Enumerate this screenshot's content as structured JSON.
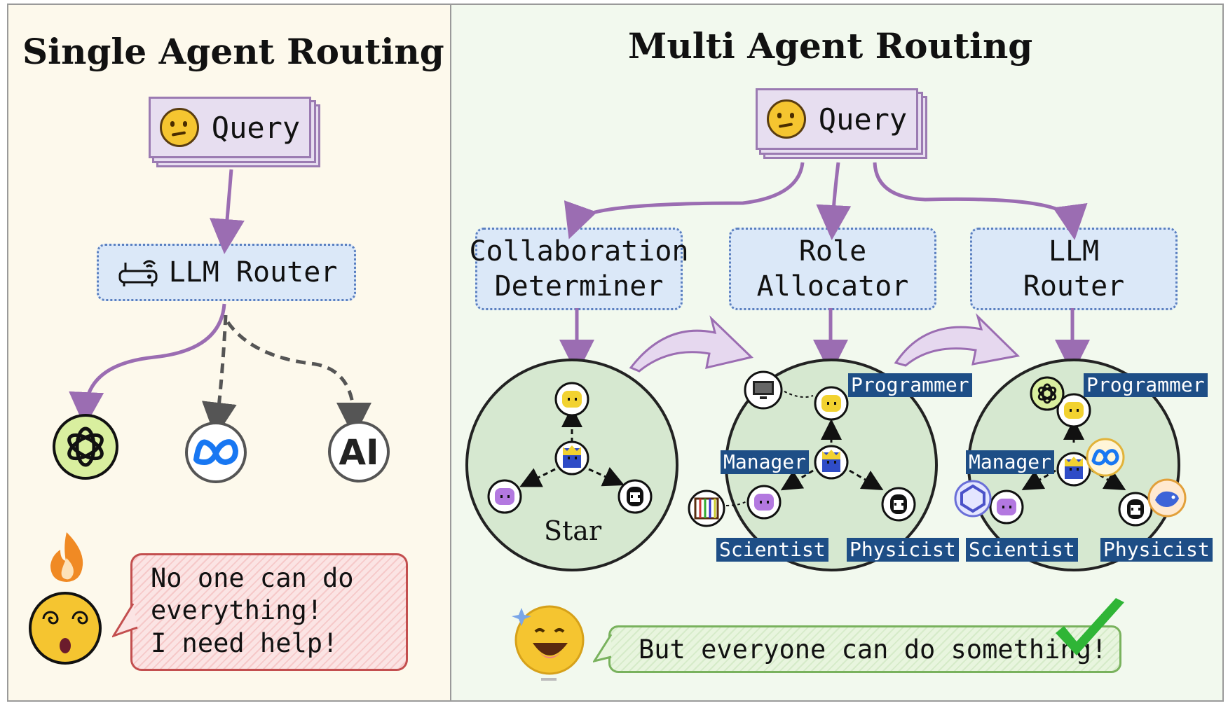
{
  "left_panel": {
    "title": "Single Agent Routing",
    "query": "Query",
    "router": "LLM Router",
    "speech": [
      "No one can do",
      "everything!",
      "I need help!"
    ],
    "icons": [
      "openai-icon",
      "meta-icon",
      "anthropic-icon"
    ]
  },
  "right_panel": {
    "title": "Multi Agent Routing",
    "query": "Query",
    "modules": [
      {
        "line1": "Collaboration",
        "line2": "Determiner"
      },
      {
        "line1": "Role",
        "line2": "Allocator"
      },
      {
        "line1": "LLM",
        "line2": "Router"
      }
    ],
    "topology": "Star",
    "roles": {
      "programmer": "Programmer",
      "manager": "Manager",
      "scientist": "Scientist",
      "physicist": "Physicist"
    },
    "speech": "But everyone can do something!"
  },
  "colors": {
    "arrow_purple": "#9b6db2",
    "circle_fill": "#d6e8d0",
    "role_label_bg": "#1e4e86",
    "openai_green": "#d9ef9f",
    "meta_blue": "#1877f2"
  }
}
